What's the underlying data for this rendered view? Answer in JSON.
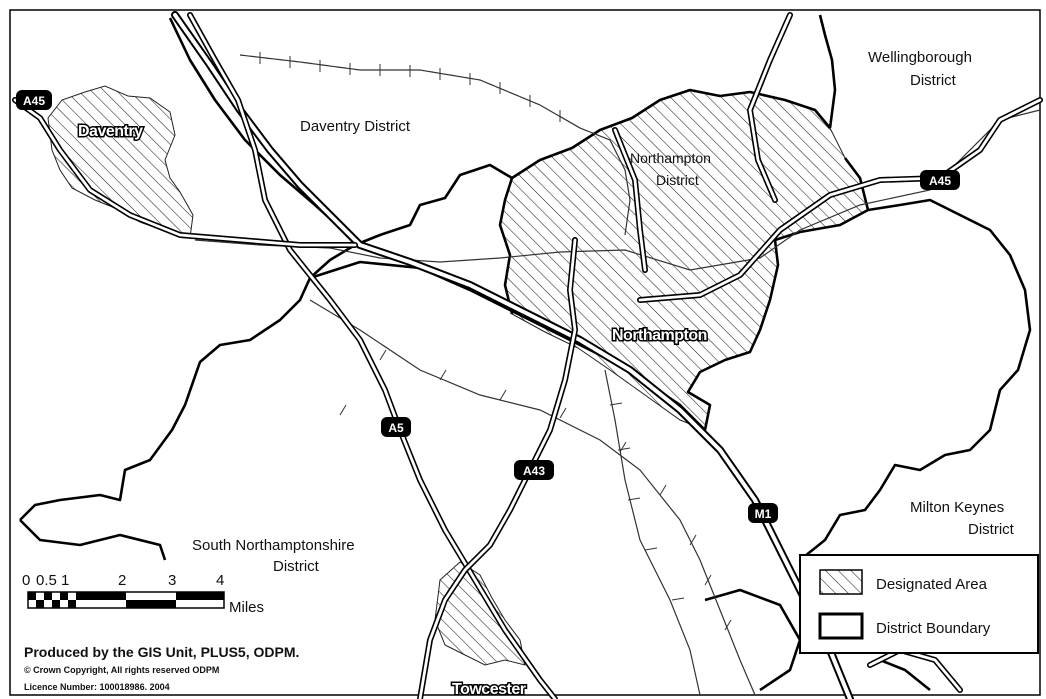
{
  "districts": {
    "daventry": "Daventry District",
    "wellingborough_line1": "Wellingborough",
    "wellingborough_line2": "District",
    "northampton_line1": "Northampton",
    "northampton_line2": "District",
    "south_northants_line1": "South Northamptonshire",
    "south_northants_line2": "District",
    "milton_keynes_line1": "Milton Keynes",
    "milton_keynes_line2": "District"
  },
  "towns": {
    "daventry": "Daventry",
    "northampton": "Northampton",
    "towcester": "Towcester"
  },
  "roads": {
    "a45_west": "A45",
    "a45_east": "A45",
    "a5": "A5",
    "a43": "A43",
    "m1": "M1"
  },
  "scale_bar": {
    "ticks": [
      "0",
      "0.5",
      "1",
      "2",
      "3",
      "4"
    ],
    "unit": "Miles"
  },
  "legend": {
    "designated": "Designated Area",
    "boundary": "District Boundary"
  },
  "credits": {
    "line1": "Produced by the GIS Unit, PLUS5, ODPM.",
    "line2": "© Crown Copyright, All rights reserved ODPM",
    "line3": "Licence Number: 100018986. 2004"
  },
  "colors": {
    "ink": "#111111",
    "road_fill": "#ffffff",
    "background": "#ffffff"
  }
}
